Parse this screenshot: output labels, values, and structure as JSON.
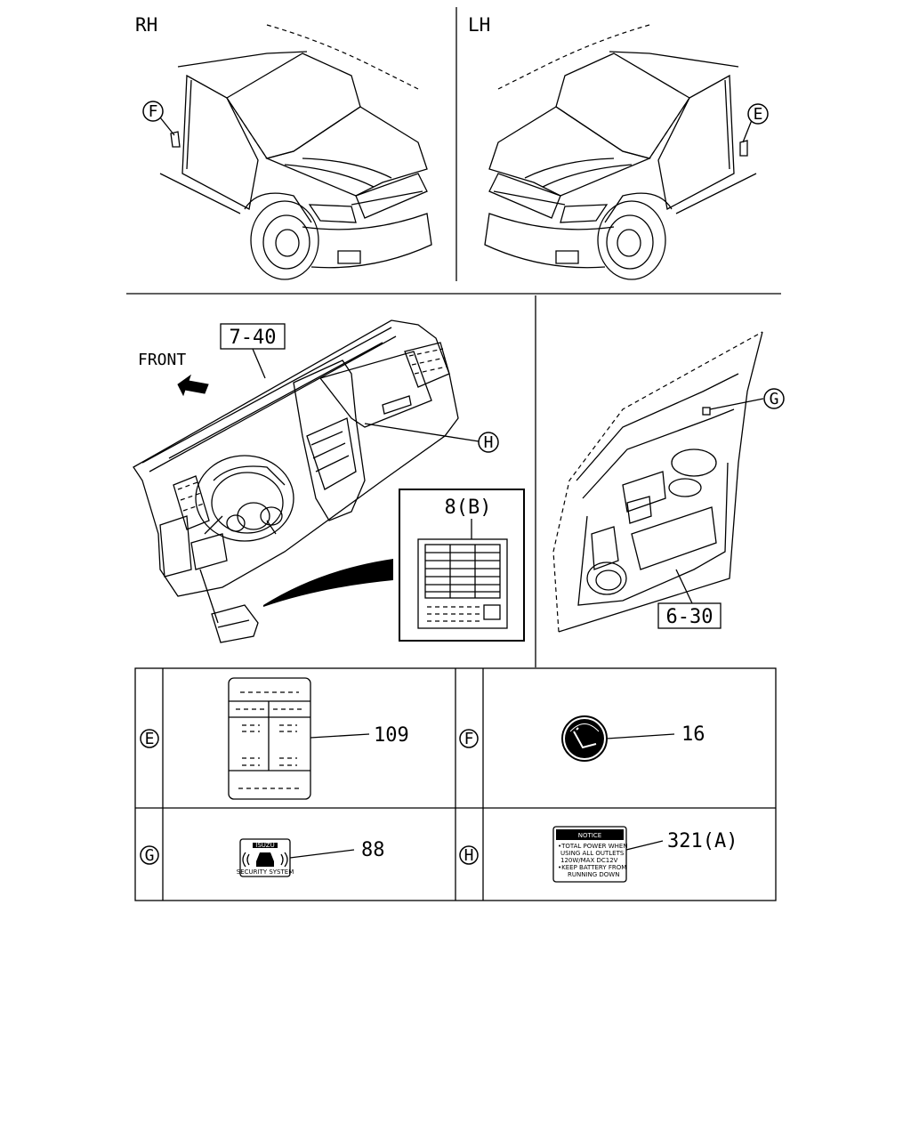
{
  "views": {
    "rh_label": "RH",
    "lh_label": "LH"
  },
  "callouts": {
    "f_top": "F",
    "e_top": "E",
    "h_dash": "H",
    "g_door": "G"
  },
  "dashboard": {
    "ref_label": "7-40",
    "front_label": "FRONT",
    "fuse_ref": "8(B)"
  },
  "door": {
    "ref_label": "6-30"
  },
  "table": {
    "rows": [
      {
        "left_key": "E",
        "left_part": "109",
        "right_key": "F",
        "right_part": "16"
      },
      {
        "left_key": "G",
        "left_part": "88",
        "right_key": "H",
        "right_part": "321(A)"
      }
    ]
  },
  "labels": {
    "notice_title": "NOTICE",
    "notice_line1": "•TOTAL POWER WHEN",
    "notice_line2": "USING ALL OUTLETS",
    "notice_line3": "120W/MAX DC12V",
    "notice_line4": "•KEEP BATTERY FROM",
    "notice_line5": "RUNNING DOWN",
    "security_brand": "ISUZU",
    "security_text": "SECURITY SYSTEM"
  }
}
